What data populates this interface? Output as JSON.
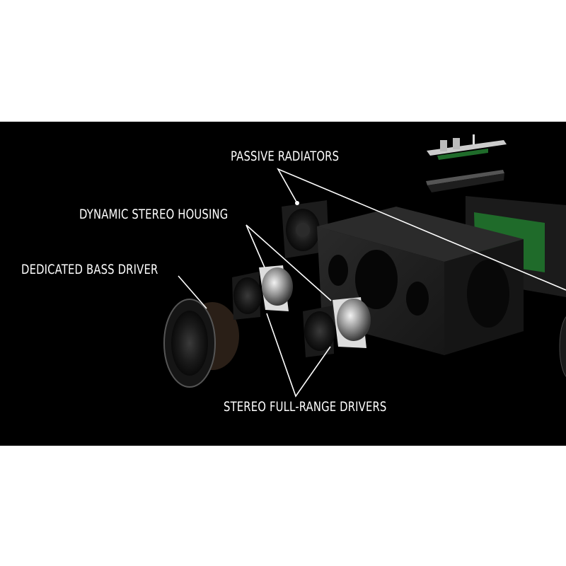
{
  "labels": {
    "passive_radiators": "PASSIVE RADIATORS",
    "dynamic_stereo_housing": "DYNAMIC STEREO HOUSING",
    "dedicated_bass_driver": "DEDICATED BASS DRIVER",
    "stereo_full_range_drivers": "STEREO FULL-RANGE DRIVERS"
  },
  "colors": {
    "background": "#000000",
    "text": "#ffffff",
    "pcb": "#1f6b2a"
  }
}
